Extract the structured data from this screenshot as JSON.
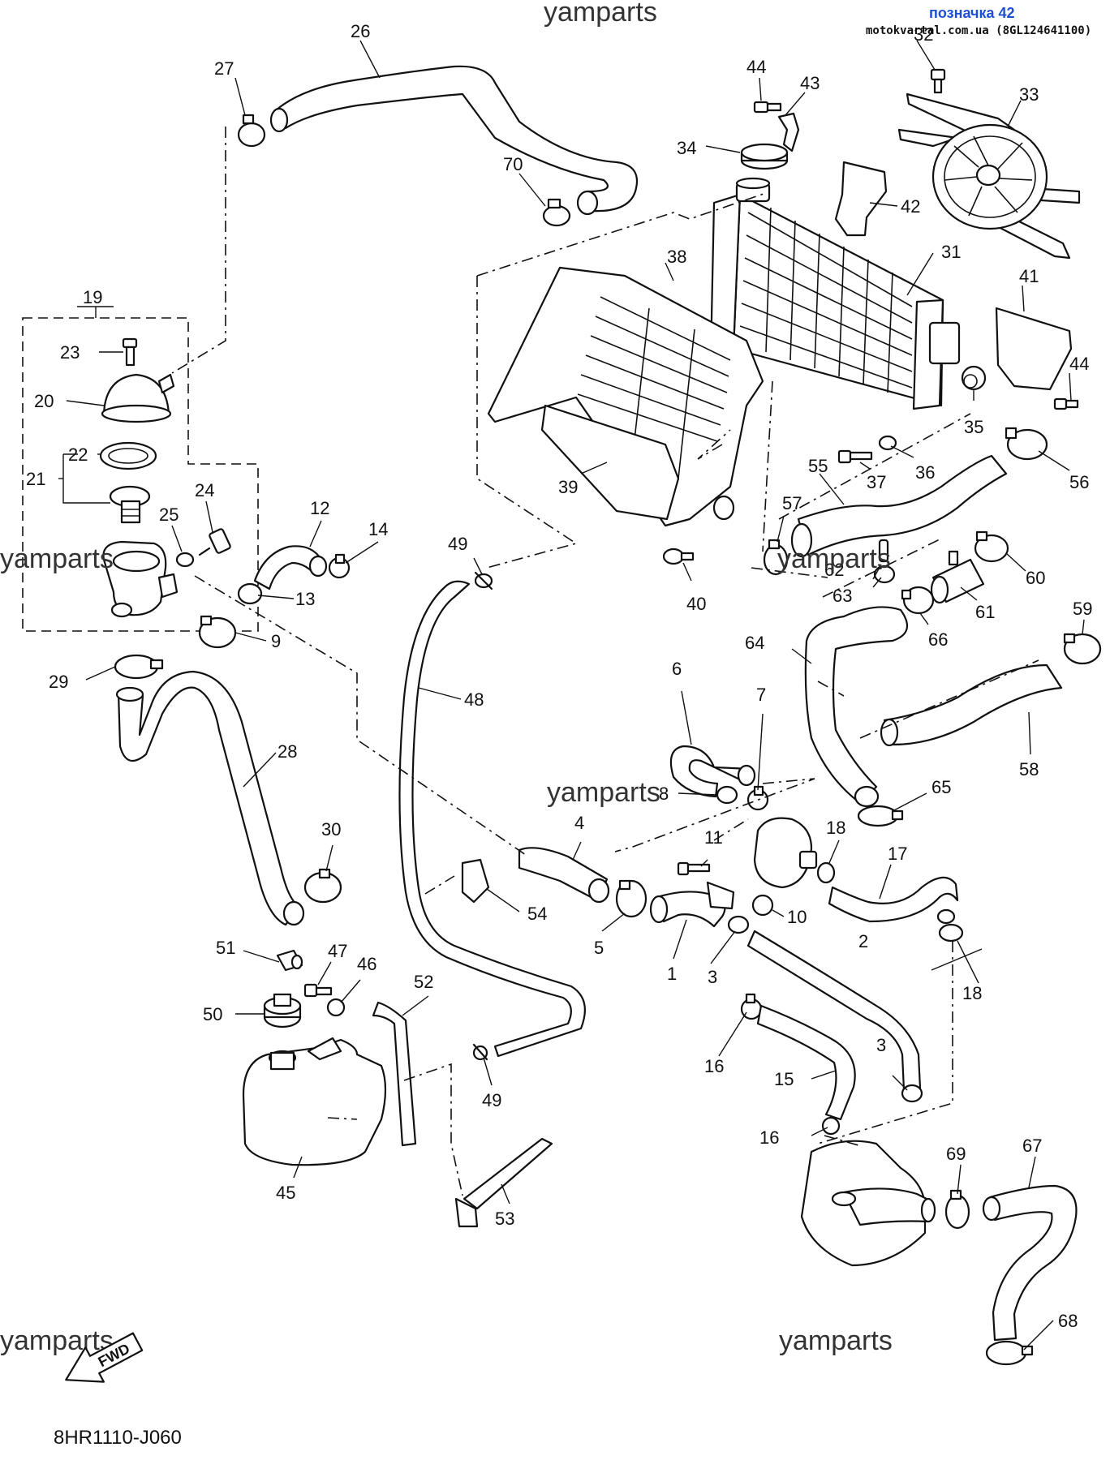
{
  "header": {
    "watermark_top": "yamparts",
    "tag_label": "позначка 42",
    "site_ref": "motokvartal.com.ua (8GL124641100)"
  },
  "watermarks": [
    "yamparts",
    "yamparts",
    "yamparts",
    "yamparts",
    "yamparts"
  ],
  "diagram_code": "8HR1110-J060",
  "fwd_label": "FWD",
  "callouts": [
    "1",
    "2",
    "3",
    "3",
    "4",
    "5",
    "6",
    "7",
    "8",
    "9",
    "10",
    "11",
    "12",
    "13",
    "14",
    "15",
    "16",
    "16",
    "17",
    "18",
    "18",
    "19",
    "20",
    "21",
    "22",
    "23",
    "24",
    "25",
    "26",
    "27",
    "28",
    "29",
    "30",
    "31",
    "32",
    "33",
    "34",
    "35",
    "36",
    "37",
    "38",
    "39",
    "40",
    "41",
    "42",
    "43",
    "44",
    "44",
    "45",
    "46",
    "47",
    "48",
    "49",
    "49",
    "50",
    "51",
    "52",
    "53",
    "54",
    "55",
    "56",
    "57",
    "58",
    "59",
    "60",
    "61",
    "62",
    "63",
    "64",
    "65",
    "66",
    "67",
    "68",
    "69",
    "70"
  ]
}
